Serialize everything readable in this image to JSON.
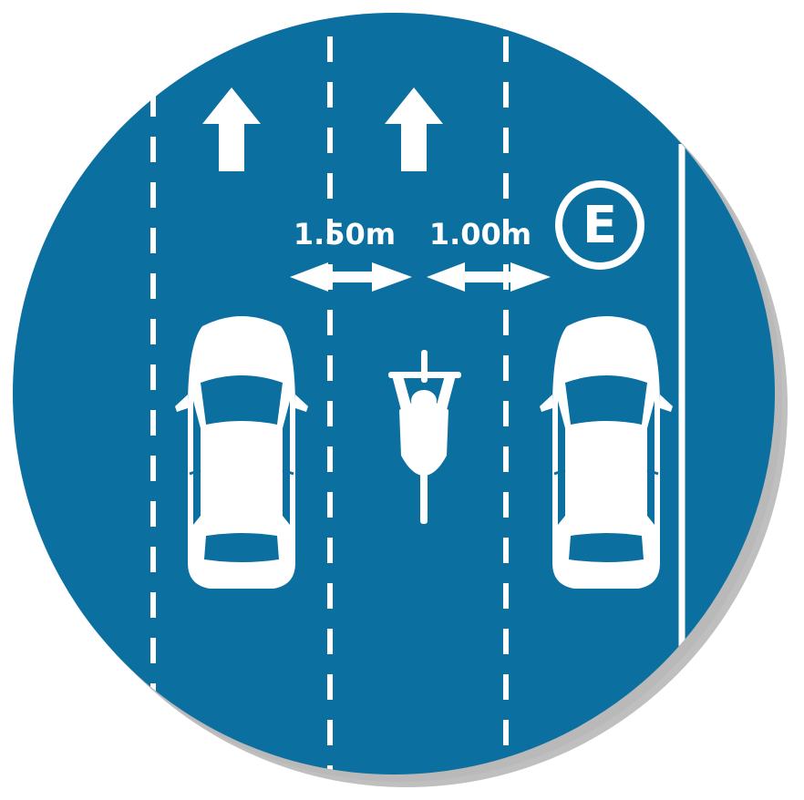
{
  "sign": {
    "background_color": "#0b6f9f",
    "marking_color": "#ffffff",
    "shadow_color": "#8a8a8a"
  },
  "distances": {
    "left_gap": "1.50m",
    "right_gap": "1.00m"
  },
  "parking": {
    "letter": "E"
  },
  "icons": {
    "lane_arrows": [
      "up-arrow-icon",
      "up-arrow-icon"
    ],
    "vehicles": [
      "car-icon",
      "car-icon"
    ],
    "rider": "cyclist-icon",
    "parking_marker": "parking-e-icon"
  }
}
